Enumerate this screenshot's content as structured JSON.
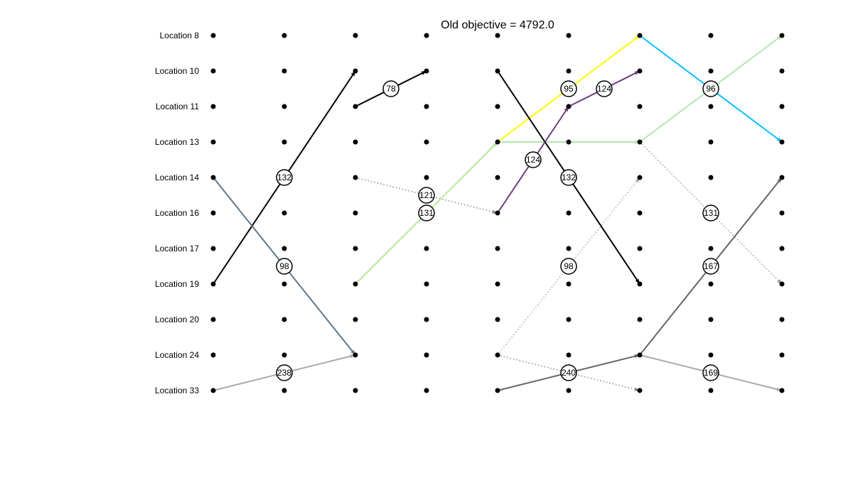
{
  "title": "Old objective = 4792.0",
  "locations": [
    "Location 8",
    "Location 10",
    "Location 11",
    "Location 13",
    "Location 14",
    "Location 16",
    "Location 17",
    "Location 19",
    "Location 20",
    "Location 24",
    "Location 33"
  ],
  "time_steps": 9,
  "edges": [
    {
      "from": [
        0,
        "Location 19"
      ],
      "to": [
        2,
        "Location 10"
      ],
      "color": "#000000",
      "style": "solid",
      "label": "132"
    },
    {
      "from": [
        0,
        "Location 14"
      ],
      "to": [
        2,
        "Location 24"
      ],
      "color": "#607888",
      "style": "solid",
      "label": "98"
    },
    {
      "from": [
        0,
        "Location 33"
      ],
      "to": [
        2,
        "Location 24"
      ],
      "color": "#aaaaaa",
      "style": "solid",
      "label": "238"
    },
    {
      "from": [
        2,
        "Location 11"
      ],
      "to": [
        3,
        "Location 10"
      ],
      "color": "#000000",
      "style": "solid",
      "label": "78"
    },
    {
      "from": [
        2,
        "Location 19"
      ],
      "to": [
        4,
        "Location 13"
      ],
      "color": "#b8e89a",
      "style": "solid",
      "label": "131"
    },
    {
      "from": [
        2,
        "Location 14"
      ],
      "to": [
        4,
        "Location 16"
      ],
      "color": "#888888",
      "style": "dotted",
      "label": "121"
    },
    {
      "from": [
        4,
        "Location 13"
      ],
      "to": [
        6,
        "Location 8"
      ],
      "color": "#ffff00",
      "style": "solid",
      "label": "95"
    },
    {
      "from": [
        4,
        "Location 13"
      ],
      "to": [
        6,
        "Location 13"
      ],
      "color": "#b0e6b0",
      "style": "solid",
      "label": ""
    },
    {
      "from": [
        4,
        "Location 10"
      ],
      "to": [
        6,
        "Location 19"
      ],
      "color": "#000000",
      "style": "solid",
      "label": "132"
    },
    {
      "from": [
        4,
        "Location 16"
      ],
      "to": [
        5,
        "Location 11"
      ],
      "color": "#6b3a80",
      "style": "solid",
      "label": "124"
    },
    {
      "from": [
        5,
        "Location 11"
      ],
      "to": [
        6,
        "Location 10"
      ],
      "color": "#6b3a80",
      "style": "solid",
      "label": "124"
    },
    {
      "from": [
        4,
        "Location 24"
      ],
      "to": [
        6,
        "Location 14"
      ],
      "color": "#aaaaaa",
      "style": "dotted",
      "label": "98"
    },
    {
      "from": [
        4,
        "Location 24"
      ],
      "to": [
        6,
        "Location 33"
      ],
      "color": "#888888",
      "style": "dotted",
      "label": ""
    },
    {
      "from": [
        4,
        "Location 33"
      ],
      "to": [
        6,
        "Location 24"
      ],
      "color": "#666666",
      "style": "solid",
      "label": "240"
    },
    {
      "from": [
        6,
        "Location 8"
      ],
      "to": [
        8,
        "Location 13"
      ],
      "color": "#00bfff",
      "style": "solid",
      "label": "96"
    },
    {
      "from": [
        6,
        "Location 13"
      ],
      "to": [
        8,
        "Location 8"
      ],
      "color": "#b0e6b0",
      "style": "solid",
      "label": ""
    },
    {
      "from": [
        6,
        "Location 13"
      ],
      "to": [
        8,
        "Location 19"
      ],
      "color": "#999999",
      "style": "dotted",
      "label": "131"
    },
    {
      "from": [
        6,
        "Location 24"
      ],
      "to": [
        8,
        "Location 14"
      ],
      "color": "#666666",
      "style": "solid",
      "label": "167"
    },
    {
      "from": [
        6,
        "Location 24"
      ],
      "to": [
        8,
        "Location 33"
      ],
      "color": "#aaaaaa",
      "style": "solid",
      "label": "169"
    }
  ]
}
